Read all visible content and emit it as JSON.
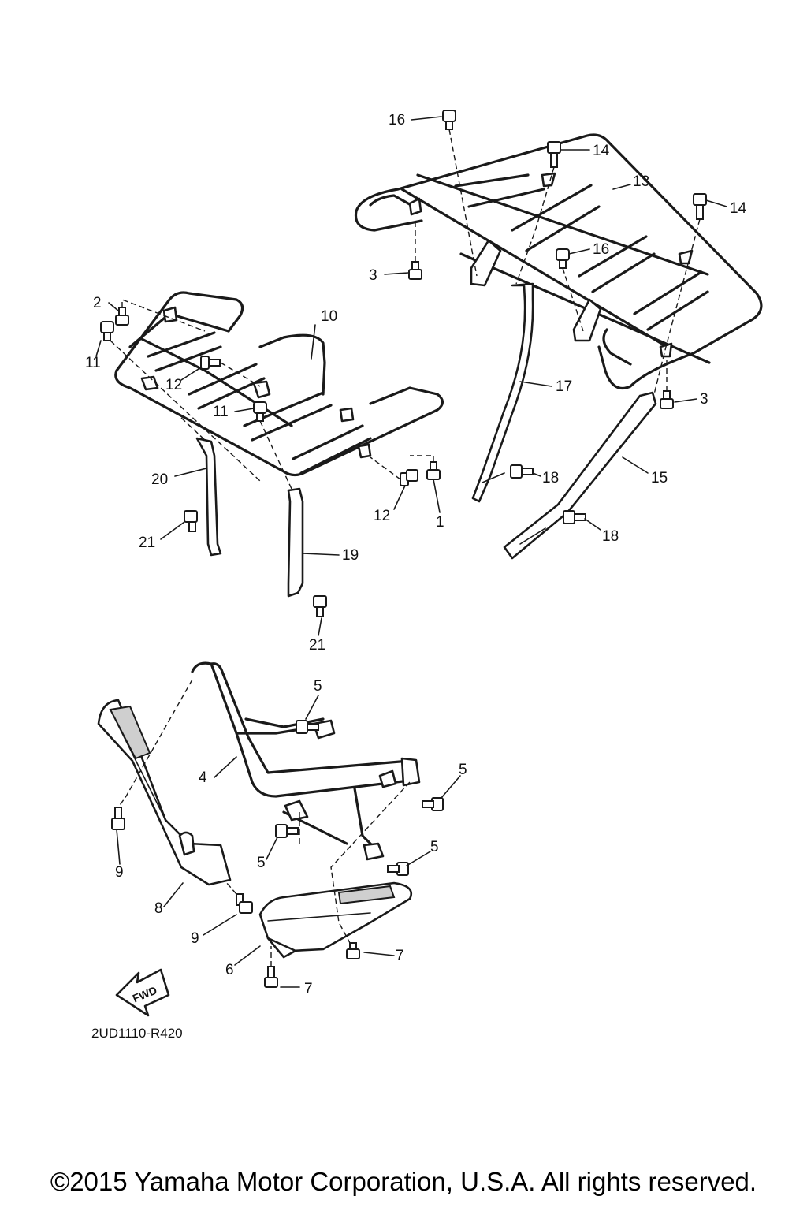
{
  "diagram": {
    "callouts": [
      {
        "id": "c16a",
        "label": "16"
      },
      {
        "id": "c14a",
        "label": "14"
      },
      {
        "id": "c13",
        "label": "13"
      },
      {
        "id": "c14b",
        "label": "14"
      },
      {
        "id": "c16b",
        "label": "16"
      },
      {
        "id": "c3a",
        "label": "3"
      },
      {
        "id": "c3b",
        "label": "3"
      },
      {
        "id": "c2",
        "label": "2"
      },
      {
        "id": "c11a",
        "label": "11"
      },
      {
        "id": "c10",
        "label": "10"
      },
      {
        "id": "c12a",
        "label": "12"
      },
      {
        "id": "c11b",
        "label": "11"
      },
      {
        "id": "c17",
        "label": "17"
      },
      {
        "id": "c20",
        "label": "20"
      },
      {
        "id": "c18a",
        "label": "18"
      },
      {
        "id": "c15",
        "label": "15"
      },
      {
        "id": "c12b",
        "label": "12"
      },
      {
        "id": "c1",
        "label": "1"
      },
      {
        "id": "c21a",
        "label": "21"
      },
      {
        "id": "c18b",
        "label": "18"
      },
      {
        "id": "c19",
        "label": "19"
      },
      {
        "id": "c21b",
        "label": "21"
      },
      {
        "id": "c5a",
        "label": "5"
      },
      {
        "id": "c4",
        "label": "4"
      },
      {
        "id": "c5b",
        "label": "5"
      },
      {
        "id": "c5c",
        "label": "5"
      },
      {
        "id": "c5d",
        "label": "5"
      },
      {
        "id": "c9a",
        "label": "9"
      },
      {
        "id": "c8",
        "label": "8"
      },
      {
        "id": "c9b",
        "label": "9"
      },
      {
        "id": "c7a",
        "label": "7"
      },
      {
        "id": "c6",
        "label": "6"
      },
      {
        "id": "c7b",
        "label": "7"
      }
    ],
    "direction_label": "FWD",
    "diagram_code": "2UD1110-R420"
  },
  "footer": {
    "copyright": "©2015 Yamaha Motor Corporation, U.S.A. All rights reserved."
  }
}
